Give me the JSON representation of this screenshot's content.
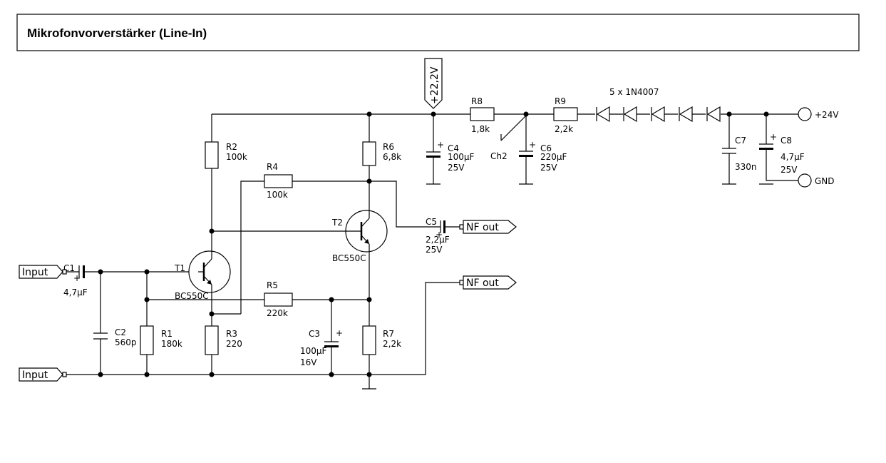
{
  "title": "Mikrofonvorverstärker (Line-In)",
  "supply_voltage": "+22,2V",
  "diode_string": "5 x 1N4007",
  "choke": "Ch2",
  "ports": {
    "input_top": "Input",
    "input_bottom": "Input",
    "nf_out_top": "NF out",
    "nf_out_bottom": "NF out",
    "v24": "+24V",
    "gnd": "GND"
  },
  "components": {
    "C1": {
      "name": "C1",
      "value": "4,7µF"
    },
    "C2": {
      "name": "C2",
      "value": "560p"
    },
    "R1": {
      "name": "R1",
      "value": "180k"
    },
    "R2": {
      "name": "R2",
      "value": "100k"
    },
    "R3": {
      "name": "R3",
      "value": "220"
    },
    "R4": {
      "name": "R4",
      "value": "100k"
    },
    "R5": {
      "name": "R5",
      "value": "220k"
    },
    "R6": {
      "name": "R6",
      "value": "6,8k"
    },
    "R7": {
      "name": "R7",
      "value": "2,2k"
    },
    "R8": {
      "name": "R8",
      "value": "1,8k"
    },
    "R9": {
      "name": "R9",
      "value": "2,2k"
    },
    "C3": {
      "name": "C3",
      "value": "100µF",
      "voltage": "16V"
    },
    "C4": {
      "name": "C4",
      "value": "100µF",
      "voltage": "25V"
    },
    "C5": {
      "name": "C5",
      "value": "2,2µF",
      "voltage": "25V"
    },
    "C6": {
      "name": "C6",
      "value": "220µF",
      "voltage": "25V"
    },
    "C7": {
      "name": "C7",
      "value": "330n"
    },
    "C8": {
      "name": "C8",
      "value": "4,7µF",
      "voltage": "25V"
    },
    "T1": {
      "name": "T1",
      "type": "BC550C"
    },
    "T2": {
      "name": "T2",
      "type": "BC550C"
    }
  }
}
